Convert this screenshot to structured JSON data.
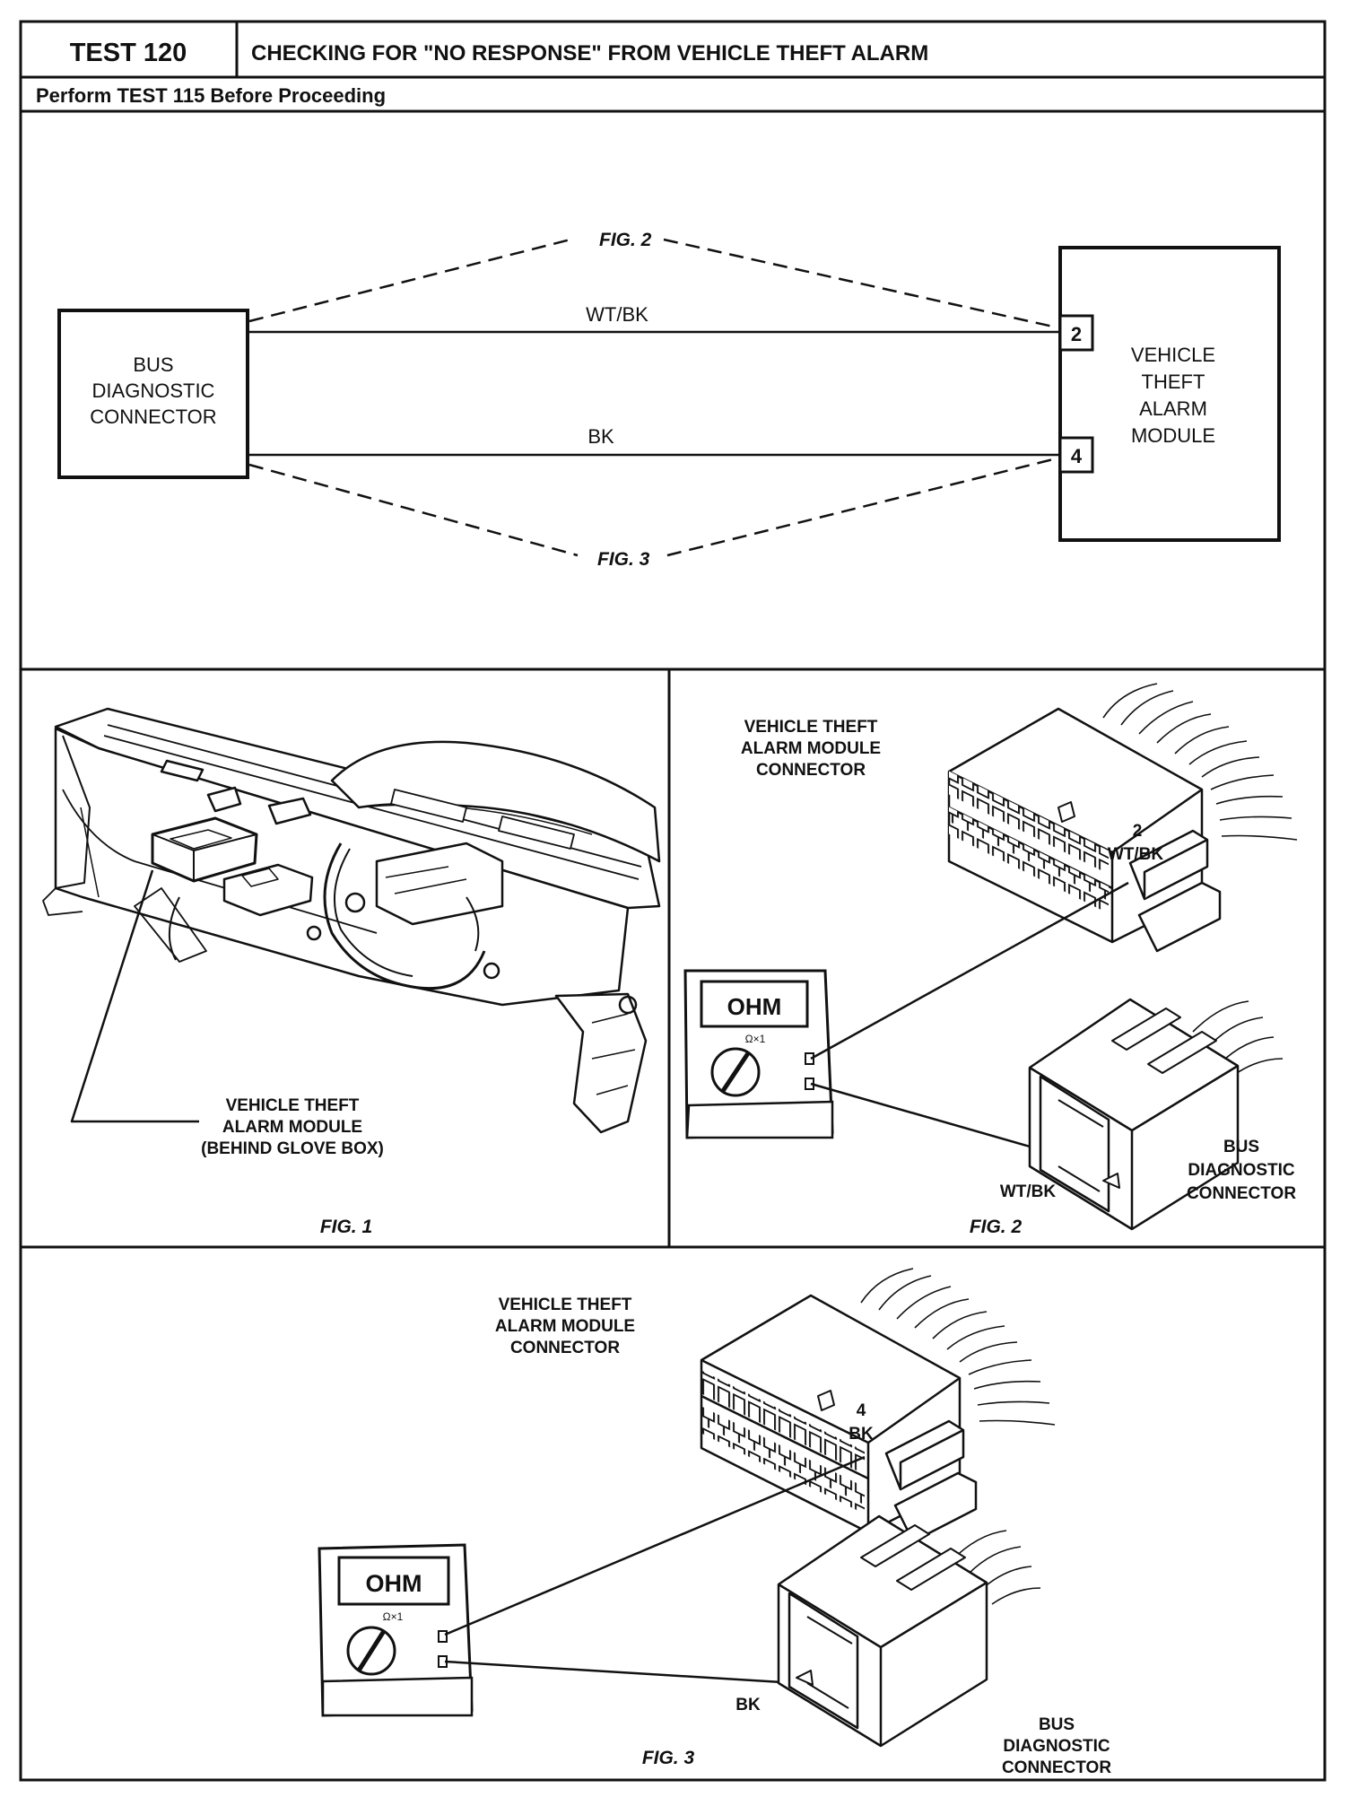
{
  "header": {
    "test_number": "TEST 120",
    "title": "CHECKING FOR \"NO RESPONSE\" FROM VEHICLE THEFT ALARM",
    "subtitle": "Perform TEST 115 Before Proceeding"
  },
  "schematic": {
    "bus_connector_lines": [
      "BUS",
      "DIAGNOSTIC",
      "CONNECTOR"
    ],
    "module_lines": [
      "VEHICLE",
      "THEFT",
      "ALARM",
      "MODULE"
    ],
    "wire_top": "WT/BK",
    "wire_bottom": "BK",
    "pin_top": "2",
    "pin_bottom": "4",
    "dashed_top_label": "FIG. 2",
    "dashed_bottom_label": "FIG. 3"
  },
  "fig1": {
    "caption": "FIG. 1",
    "callout_lines": [
      "VEHICLE THEFT",
      "ALARM MODULE",
      "(BEHIND GLOVE BOX)"
    ]
  },
  "fig2": {
    "caption": "FIG. 2",
    "module_connector_lines": [
      "VEHICLE THEFT",
      "ALARM MODULE",
      "CONNECTOR"
    ],
    "pin_number": "2",
    "pin_wire": "WT/BK",
    "bus_wire": "WT/BK",
    "bus_connector_lines": [
      "BUS",
      "DIAGNOSTIC",
      "CONNECTOR"
    ],
    "meter_display": "OHM",
    "meter_range": "Ω×1"
  },
  "fig3": {
    "caption": "FIG. 3",
    "module_connector_lines": [
      "VEHICLE THEFT",
      "ALARM MODULE",
      "CONNECTOR"
    ],
    "pin_number": "4",
    "pin_wire": "BK",
    "bus_wire": "BK",
    "bus_connector_lines": [
      "BUS",
      "DIAGNOSTIC",
      "CONNECTOR"
    ],
    "meter_display": "OHM",
    "meter_range": "Ω×1"
  }
}
